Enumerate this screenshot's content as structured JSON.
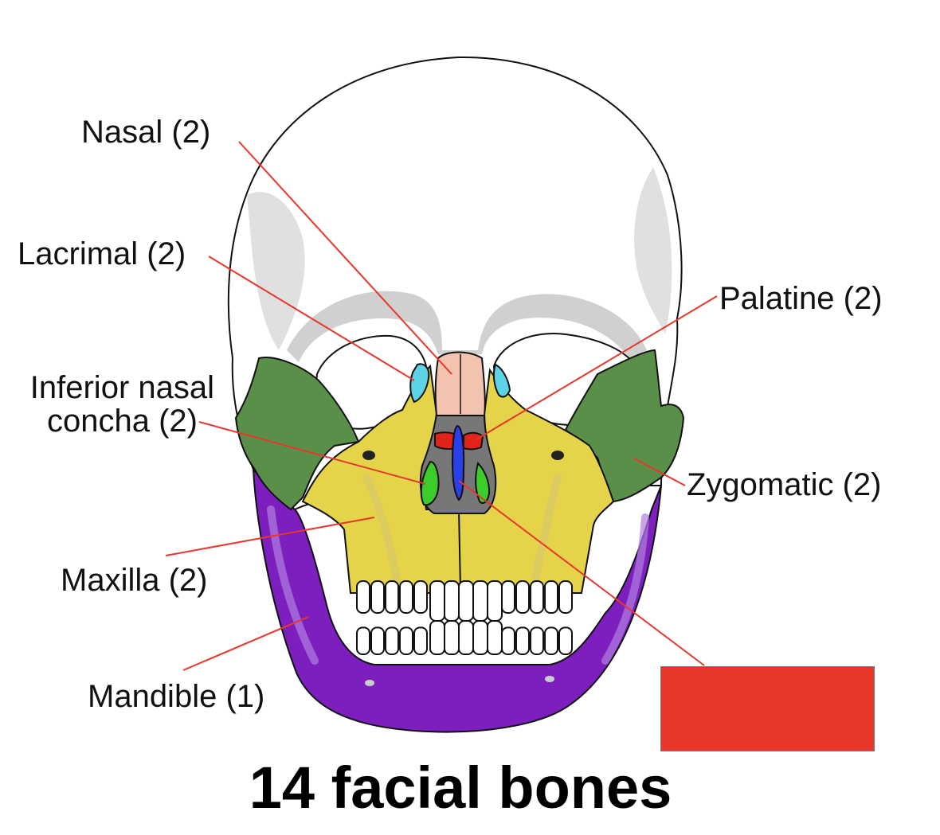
{
  "title": "14 facial bones",
  "labels": {
    "nasal": "Nasal (2)",
    "lacrimal": "Lacrimal (2)",
    "inferior_nasal_concha_line1": "Inferior nasal",
    "inferior_nasal_concha_line2": "concha (2)",
    "maxilla": "Maxilla (2)",
    "mandible": "Mandible (1)",
    "palatine": "Palatine (2)",
    "zygomatic": "Zygomatic (2)"
  },
  "colors": {
    "leader_line": "#e8362a",
    "nasal": "#f2c4b0",
    "lacrimal": "#5fd3e6",
    "inferior_nasal_concha": "#3ccc2c",
    "maxilla": "#e5d44a",
    "mandible": "#7d1fbf",
    "palatine": "#e0241c",
    "zygomatic": "#5a8f4a",
    "vomer": "#2a3fe8",
    "ethmoid": "#8a8a8a",
    "skull": "#ffffff",
    "outline": "#111111",
    "redbox": "#e8362a"
  }
}
